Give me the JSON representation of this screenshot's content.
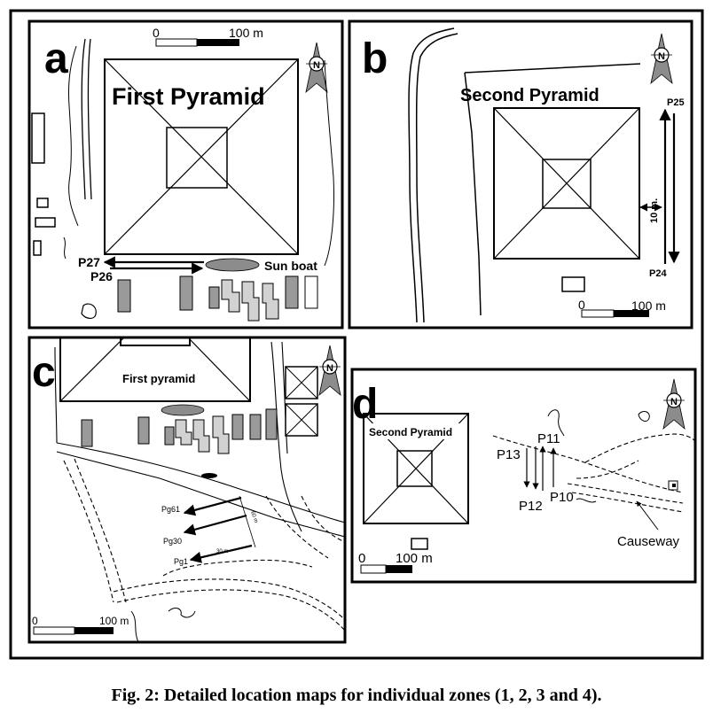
{
  "caption": "Fig. 2: Detailed location maps for individual zones (1, 2, 3 and 4).",
  "north_label": "N",
  "panels": {
    "a": {
      "letter": "a",
      "title": "First Pyramid",
      "scale": {
        "zero": "0",
        "end": "100 m"
      },
      "points": [
        "P27",
        "P26"
      ],
      "sun_boat": "Sun boat"
    },
    "b": {
      "letter": "b",
      "title": "Second Pyramid",
      "scale": {
        "zero": "0",
        "end": "100 m"
      },
      "points": [
        "P25",
        "P24"
      ],
      "spacing": "10 m."
    },
    "c": {
      "letter": "c",
      "title": "First pyramid",
      "scale": {
        "zero": "0",
        "end": "100 m"
      },
      "points": [
        "Pg61",
        "Pg30",
        "Pg1"
      ],
      "spacing_a": "60 m",
      "spacing_b": "30 m"
    },
    "d": {
      "letter": "d",
      "title": "Second Pyramid",
      "scale": {
        "zero": "0",
        "end": "100 m"
      },
      "points": [
        "P11",
        "P13",
        "P12",
        "P10"
      ],
      "causeway": "Causeway"
    }
  }
}
